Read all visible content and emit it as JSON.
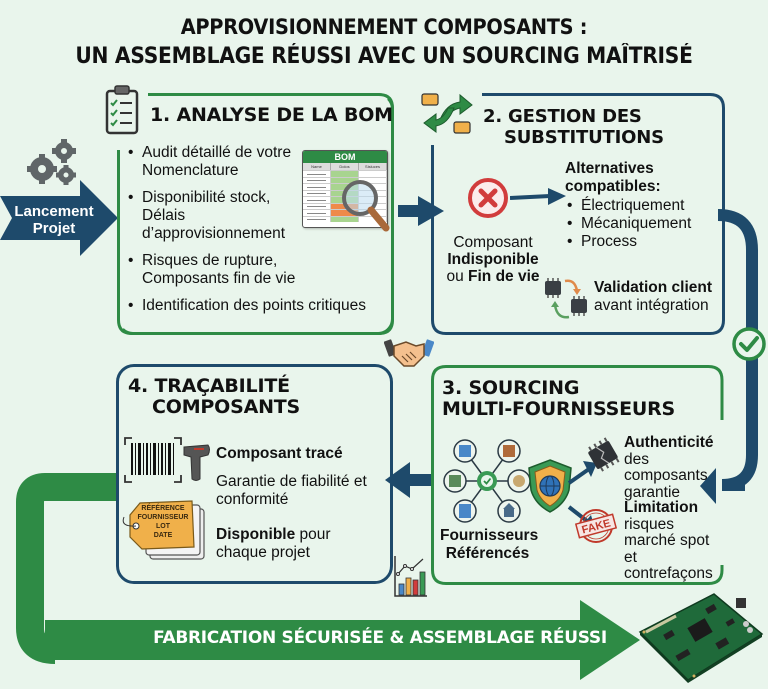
{
  "header": {
    "title_line1": "APPROVISIONNEMENT COMPOSANTS :",
    "title_line2": "UN ASSEMBLAGE RÉUSSI AVEC UN SOURCING MAÎTRISÉ"
  },
  "start": {
    "label_line1": "Lancement",
    "label_line2": "Projet",
    "icon": "gears-icon"
  },
  "step1": {
    "title": "1. ANALYSE DE LA BOM",
    "icon": "clipboard-checklist-icon",
    "bullets": [
      "Audit détaillé de votre Nomenclature",
      "Disponibilité stock, Délais d’approvisionnement",
      "Risques de rupture, Composants fin de vie",
      "Identification des points critiques"
    ],
    "bom_table": {
      "header": "BOM",
      "columns": [
        "Name",
        "Dolos",
        "Sisluces"
      ]
    }
  },
  "step2": {
    "title_line1": "2. GESTION DES",
    "title_line2": "SUBSTITUTIONS",
    "icon": "swap-arrows-icon",
    "problem": {
      "line1": "Composant",
      "line2_bold": "Indisponible",
      "line3_prefix": "ou ",
      "line3_bold": "Fin de vie"
    },
    "alternatives_title_line1": "Alternatives",
    "alternatives_title_line2": "compatibles:",
    "alternatives": [
      "Électriquement",
      "Mécaniquement",
      "Process"
    ],
    "validation_bold": "Validation client",
    "validation_rest": "avant intégration"
  },
  "step3": {
    "title_line1": "3. SOURCING",
    "title_line2": "MULTI-FOURNISSEURS",
    "suppliers_line1": "Fournisseurs",
    "suppliers_line2": "Référencés",
    "authenticity_bold": "Authenticité",
    "authenticity_rest": " des composants garantie",
    "limitation_bold": "Limitation",
    "limitation_rest": "risques marché spot et contrefaçons",
    "fake_stamp": "FAKE"
  },
  "step4": {
    "title_line1": "4. TRAÇABILITÉ",
    "title_line2": "COMPOSANTS",
    "traced_bold": "Composant tracé",
    "guarantee": "Garantie de fiabilité et conformité",
    "available_bold": "Disponible",
    "available_rest": " pour chaque projet",
    "tag_lines": [
      "RÉFÉRENCE",
      "FOURNISSEUR",
      "LOT",
      "DATE"
    ]
  },
  "footer": {
    "banner": "FABRICATION SÉCURISÉE & ASSEMBLAGE RÉUSSI"
  },
  "colors": {
    "green": "#2e8b45",
    "navy": "#1e4a6b",
    "background": "#e9f5ec",
    "orange": "#f0b04a",
    "red": "#d13c3c"
  }
}
